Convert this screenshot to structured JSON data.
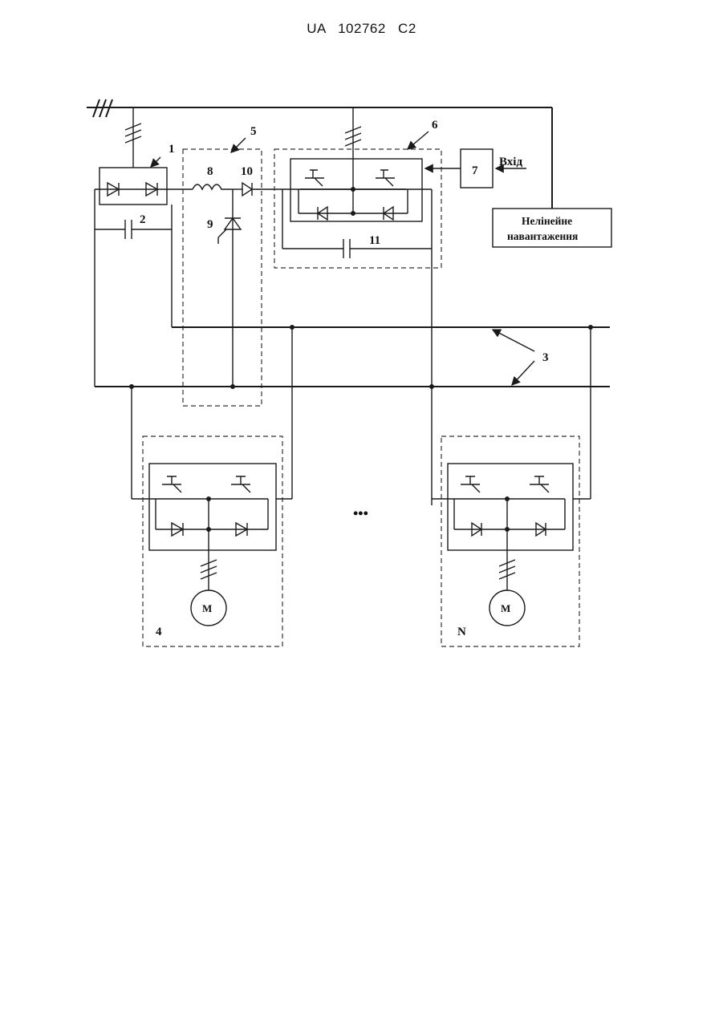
{
  "header": {
    "doc_id": "UA   102762   C2"
  },
  "labels": {
    "rectifier": "1",
    "capacitor": "2",
    "bus": "3",
    "inverter_left": "4",
    "chopper": "5",
    "active_filter": "6",
    "controller": "7",
    "inductor": "8",
    "thyristor": "9",
    "diode": "10",
    "filter_cap": "11",
    "inverter_right": "N"
  },
  "controller_input": "Вхід",
  "nonlinear_load": {
    "line1": "Нелінейне",
    "line2": "навантаження"
  },
  "motor": "M",
  "ellipsis": "•••"
}
